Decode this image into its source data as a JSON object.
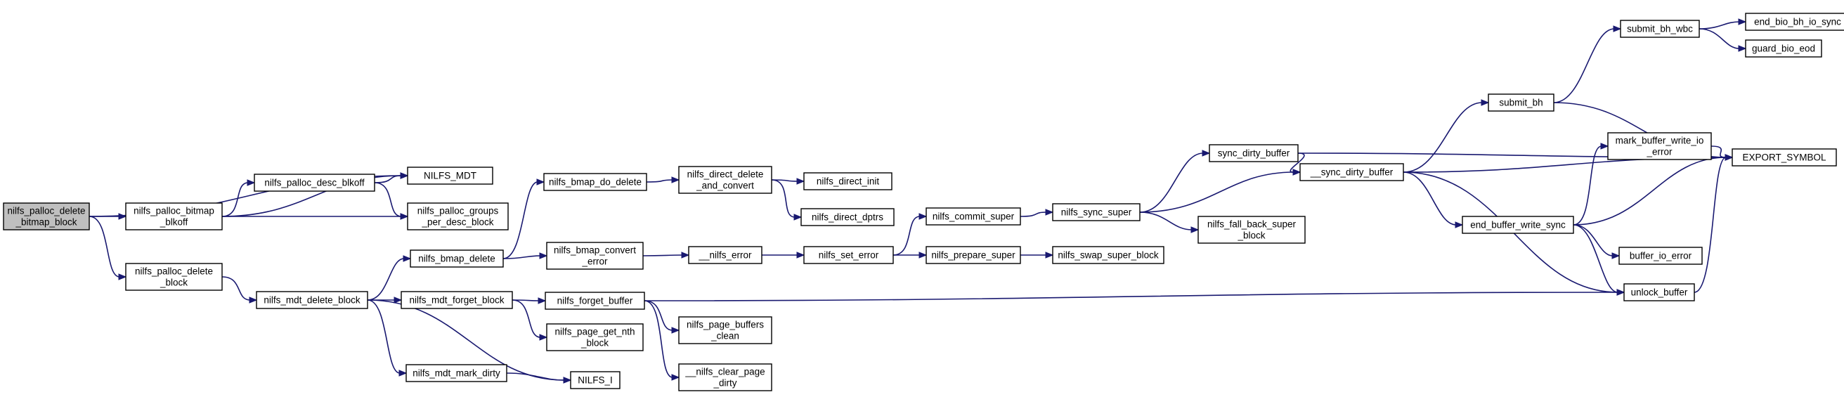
{
  "graph": {
    "nodes": [
      {
        "id": "root",
        "lines": [
          "nilfs_palloc_delete",
          "_bitmap_block"
        ],
        "root": true
      },
      {
        "id": "bitmap_blkoff",
        "lines": [
          "nilfs_palloc_bitmap",
          "_blkoff"
        ]
      },
      {
        "id": "palloc_delete_block",
        "lines": [
          "nilfs_palloc_delete",
          "_block"
        ]
      },
      {
        "id": "NILFS_MDT",
        "lines": [
          "NILFS_MDT"
        ]
      },
      {
        "id": "desc_blkoff",
        "lines": [
          "nilfs_palloc_desc_blkoff"
        ]
      },
      {
        "id": "groups_per_desc",
        "lines": [
          "nilfs_palloc_groups",
          "_per_desc_block"
        ]
      },
      {
        "id": "mdt_delete_block",
        "lines": [
          "nilfs_mdt_delete_block"
        ]
      },
      {
        "id": "bmap_delete",
        "lines": [
          "nilfs_bmap_delete"
        ]
      },
      {
        "id": "mdt_forget_block",
        "lines": [
          "nilfs_mdt_forget_block"
        ]
      },
      {
        "id": "mdt_mark_dirty",
        "lines": [
          "nilfs_mdt_mark_dirty"
        ]
      },
      {
        "id": "NILFS_I",
        "lines": [
          "NILFS_I"
        ]
      },
      {
        "id": "bmap_do_delete",
        "lines": [
          "nilfs_bmap_do_delete"
        ]
      },
      {
        "id": "bmap_convert_error",
        "lines": [
          "nilfs_bmap_convert",
          "_error"
        ]
      },
      {
        "id": "forget_buffer",
        "lines": [
          "nilfs_forget_buffer"
        ]
      },
      {
        "id": "page_get_nth_block",
        "lines": [
          "nilfs_page_get_nth",
          "_block"
        ]
      },
      {
        "id": "direct_delete_and_convert",
        "lines": [
          "nilfs_direct_delete",
          "_and_convert"
        ]
      },
      {
        "id": "nilfs_error",
        "lines": [
          "__nilfs_error"
        ]
      },
      {
        "id": "page_buffers_clean",
        "lines": [
          "nilfs_page_buffers",
          "_clean"
        ]
      },
      {
        "id": "clear_page_dirty",
        "lines": [
          "__nilfs_clear_page",
          "_dirty"
        ]
      },
      {
        "id": "direct_init",
        "lines": [
          "nilfs_direct_init"
        ]
      },
      {
        "id": "direct_dptrs",
        "lines": [
          "nilfs_direct_dptrs"
        ]
      },
      {
        "id": "set_error",
        "lines": [
          "nilfs_set_error"
        ]
      },
      {
        "id": "commit_super",
        "lines": [
          "nilfs_commit_super"
        ]
      },
      {
        "id": "prepare_super",
        "lines": [
          "nilfs_prepare_super"
        ]
      },
      {
        "id": "sync_super",
        "lines": [
          "nilfs_sync_super"
        ]
      },
      {
        "id": "swap_super_block",
        "lines": [
          "nilfs_swap_super_block"
        ]
      },
      {
        "id": "sync_dirty_buffer",
        "lines": [
          "sync_dirty_buffer"
        ]
      },
      {
        "id": "fall_back_super_block",
        "lines": [
          "nilfs_fall_back_super",
          "_block"
        ]
      },
      {
        "id": "__sync_dirty_buffer",
        "lines": [
          "__sync_dirty_buffer"
        ]
      },
      {
        "id": "submit_bh",
        "lines": [
          "submit_bh"
        ]
      },
      {
        "id": "submit_bh_wbc",
        "lines": [
          "submit_bh_wbc"
        ]
      },
      {
        "id": "end_buffer_write_sync",
        "lines": [
          "end_buffer_write_sync"
        ]
      },
      {
        "id": "unlock_buffer",
        "lines": [
          "unlock_buffer"
        ]
      },
      {
        "id": "end_bio_bh_io_sync",
        "lines": [
          "end_bio_bh_io_sync"
        ]
      },
      {
        "id": "guard_bio_eod",
        "lines": [
          "guard_bio_eod"
        ]
      },
      {
        "id": "mark_buffer_write_io_error",
        "lines": [
          "mark_buffer_write_io",
          "_error"
        ]
      },
      {
        "id": "buffer_io_error",
        "lines": [
          "buffer_io_error"
        ]
      },
      {
        "id": "EXPORT_SYMBOL",
        "lines": [
          "EXPORT_SYMBOL"
        ]
      }
    ],
    "edges": [
      [
        "root",
        "NILFS_MDT"
      ],
      [
        "root",
        "bitmap_blkoff"
      ],
      [
        "root",
        "palloc_delete_block"
      ],
      [
        "bitmap_blkoff",
        "NILFS_MDT"
      ],
      [
        "bitmap_blkoff",
        "desc_blkoff"
      ],
      [
        "bitmap_blkoff",
        "groups_per_desc"
      ],
      [
        "desc_blkoff",
        "NILFS_MDT"
      ],
      [
        "desc_blkoff",
        "groups_per_desc"
      ],
      [
        "palloc_delete_block",
        "mdt_delete_block"
      ],
      [
        "mdt_delete_block",
        "bmap_delete"
      ],
      [
        "mdt_delete_block",
        "mdt_forget_block"
      ],
      [
        "mdt_delete_block",
        "mdt_mark_dirty"
      ],
      [
        "mdt_delete_block",
        "NILFS_I"
      ],
      [
        "mdt_mark_dirty",
        "NILFS_I"
      ],
      [
        "bmap_delete",
        "bmap_do_delete"
      ],
      [
        "bmap_delete",
        "bmap_convert_error"
      ],
      [
        "mdt_forget_block",
        "forget_buffer"
      ],
      [
        "mdt_forget_block",
        "page_get_nth_block"
      ],
      [
        "bmap_do_delete",
        "direct_delete_and_convert"
      ],
      [
        "direct_delete_and_convert",
        "direct_init"
      ],
      [
        "direct_delete_and_convert",
        "direct_dptrs"
      ],
      [
        "bmap_convert_error",
        "nilfs_error"
      ],
      [
        "nilfs_error",
        "set_error"
      ],
      [
        "set_error",
        "commit_super"
      ],
      [
        "set_error",
        "prepare_super"
      ],
      [
        "prepare_super",
        "swap_super_block"
      ],
      [
        "commit_super",
        "sync_super"
      ],
      [
        "sync_super",
        "sync_dirty_buffer"
      ],
      [
        "sync_super",
        "__sync_dirty_buffer"
      ],
      [
        "sync_super",
        "fall_back_super_block"
      ],
      [
        "sync_dirty_buffer",
        "__sync_dirty_buffer"
      ],
      [
        "sync_dirty_buffer",
        "EXPORT_SYMBOL"
      ],
      [
        "forget_buffer",
        "page_buffers_clean"
      ],
      [
        "forget_buffer",
        "clear_page_dirty"
      ],
      [
        "forget_buffer",
        "unlock_buffer"
      ],
      [
        "__sync_dirty_buffer",
        "submit_bh"
      ],
      [
        "__sync_dirty_buffer",
        "EXPORT_SYMBOL"
      ],
      [
        "__sync_dirty_buffer",
        "end_buffer_write_sync"
      ],
      [
        "__sync_dirty_buffer",
        "unlock_buffer"
      ],
      [
        "submit_bh",
        "submit_bh_wbc"
      ],
      [
        "submit_bh",
        "EXPORT_SYMBOL"
      ],
      [
        "submit_bh_wbc",
        "end_bio_bh_io_sync"
      ],
      [
        "submit_bh_wbc",
        "guard_bio_eod"
      ],
      [
        "end_buffer_write_sync",
        "mark_buffer_write_io_error"
      ],
      [
        "end_buffer_write_sync",
        "buffer_io_error"
      ],
      [
        "end_buffer_write_sync",
        "EXPORT_SYMBOL"
      ],
      [
        "end_buffer_write_sync",
        "unlock_buffer"
      ],
      [
        "mark_buffer_write_io_error",
        "EXPORT_SYMBOL"
      ],
      [
        "unlock_buffer",
        "EXPORT_SYMBOL"
      ]
    ]
  }
}
